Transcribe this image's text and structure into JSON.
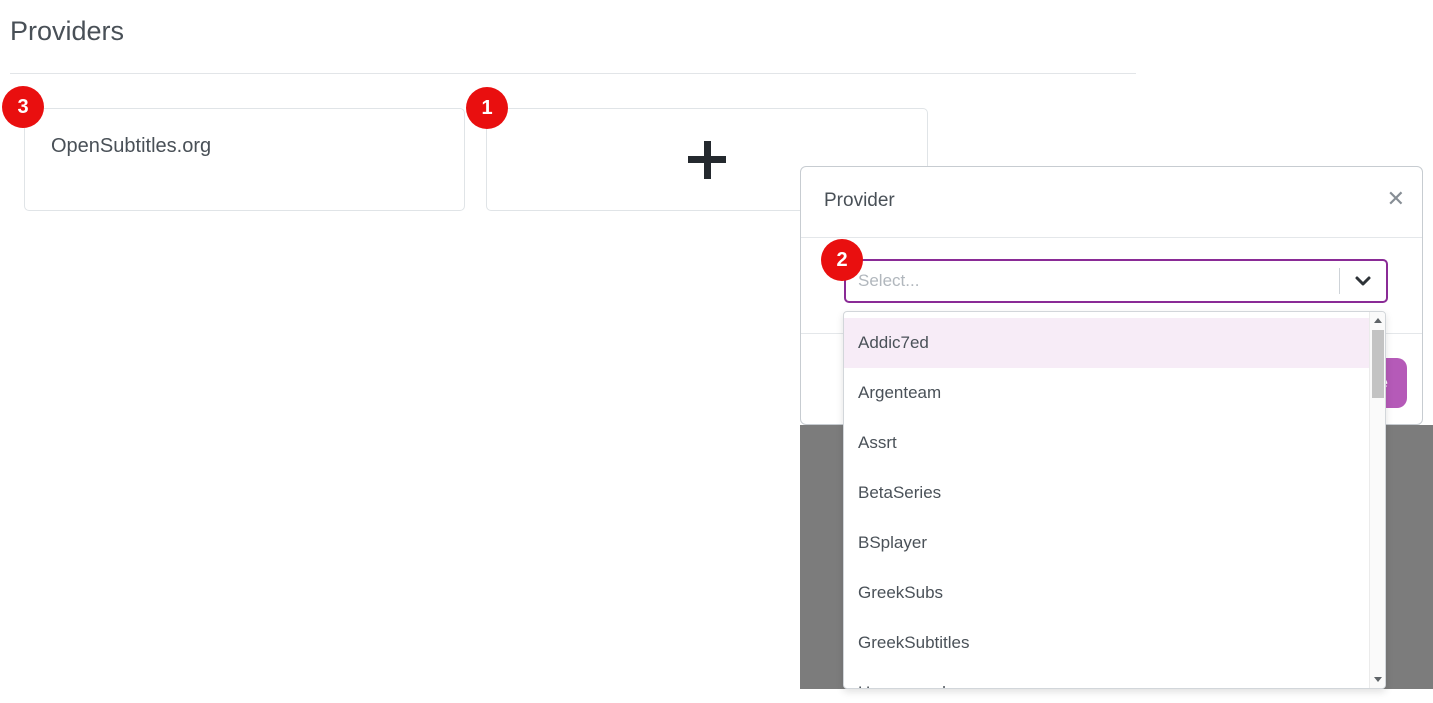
{
  "page": {
    "title": "Providers"
  },
  "providers": {
    "cards": [
      {
        "label": "OpenSubtitles.org"
      }
    ],
    "add_card": {
      "icon": "plus-icon"
    }
  },
  "annotations": {
    "badges": [
      {
        "number": "3"
      },
      {
        "number": "1"
      },
      {
        "number": "2"
      }
    ]
  },
  "modal": {
    "title": "Provider",
    "close_icon": "✕",
    "select": {
      "placeholder": "Select...",
      "icon": "chevron-down-icon"
    },
    "dropdown": {
      "options": [
        "Addic7ed",
        "Argenteam",
        "Assrt",
        "BetaSeries",
        "BSplayer",
        "GreekSubs",
        "GreekSubtitles",
        "Hosszupuska"
      ],
      "highlighted_option": "Addic7ed"
    },
    "save_label": "Save"
  },
  "colors": {
    "accent_purple": "#8a2b96",
    "save_button_purple": "#b55ab8",
    "badge_red": "#e90f0f",
    "highlight_pink": "#f7ecf7",
    "overlay_gray": "#7c7c7c"
  }
}
